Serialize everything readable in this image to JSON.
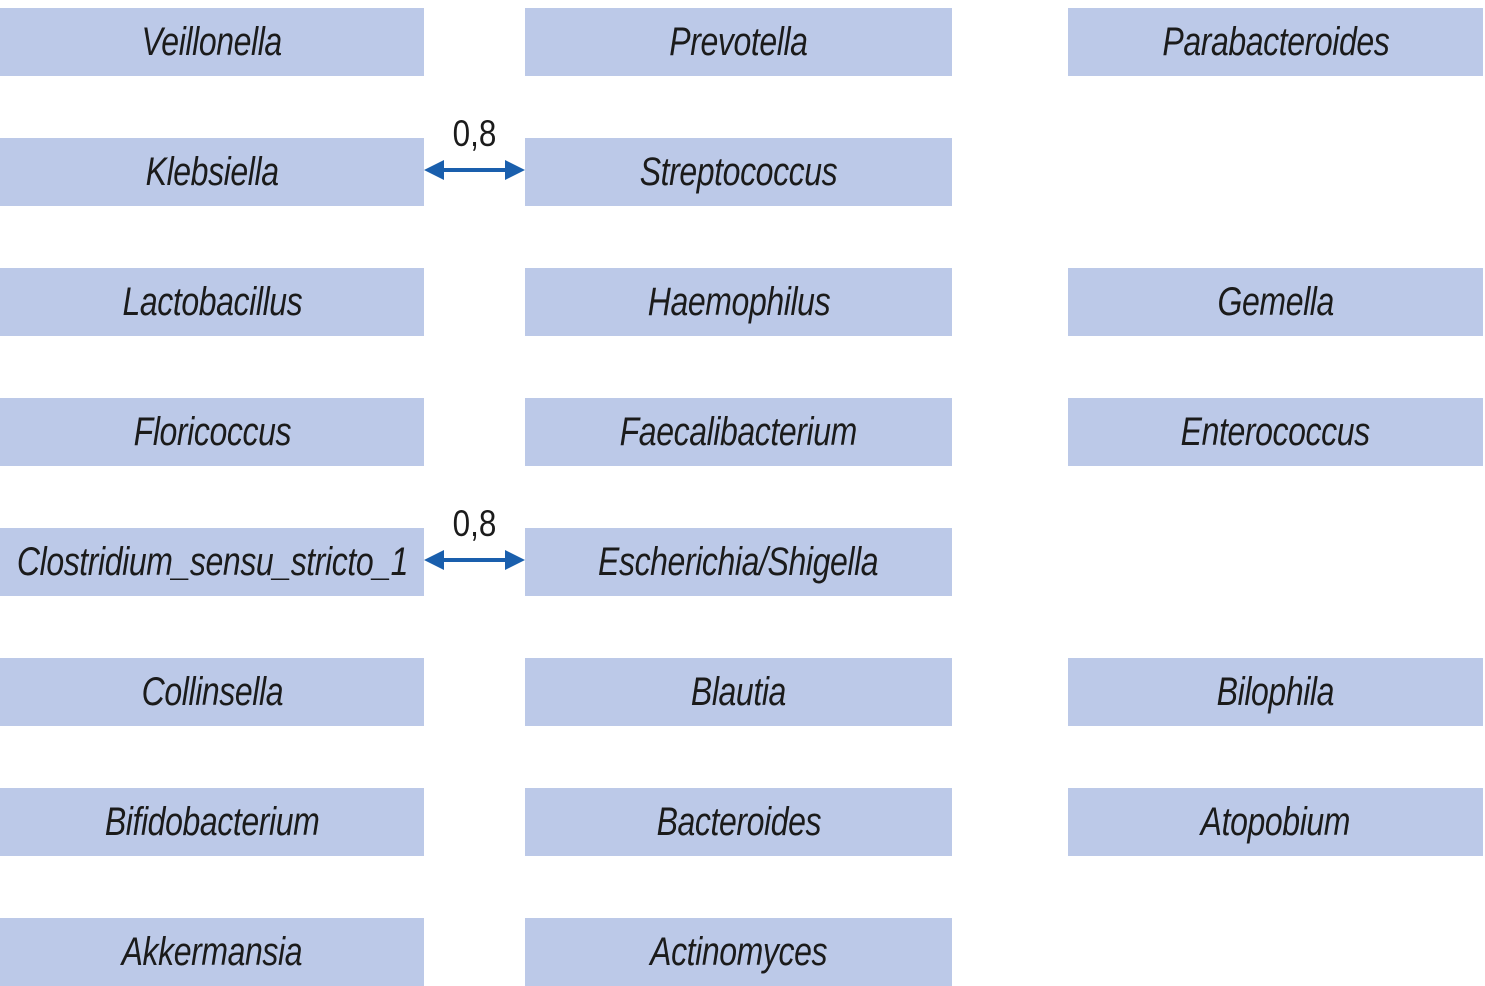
{
  "figure": {
    "description": "Grid of bacterial genus boxes with correlation arrows",
    "colors": {
      "box_fill": "#bcc9e8",
      "arrow": "#1a5fad",
      "text": "#1b1b1b",
      "background": "#ffffff"
    },
    "rows": [
      {
        "cells": [
          "Veillonella",
          "Prevotella",
          "Parabacteroides"
        ]
      },
      {
        "cells": [
          "Klebsiella",
          "Streptococcus",
          null
        ]
      },
      {
        "cells": [
          "Lactobacillus",
          "Haemophilus",
          "Gemella"
        ]
      },
      {
        "cells": [
          "Floricoccus",
          "Faecalibacterium",
          "Enterococcus"
        ]
      },
      {
        "cells": [
          "Clostridium_sensu_stricto_1",
          "Escherichia/Shigella",
          null
        ]
      },
      {
        "cells": [
          "Collinsella",
          "Blautia",
          "Bilophila"
        ]
      },
      {
        "cells": [
          "Bifidobacterium",
          "Bacteroides",
          "Atopobium"
        ]
      },
      {
        "cells": [
          "Akkermansia",
          "Actinomyces",
          null
        ]
      }
    ],
    "edges": [
      {
        "from": "Klebsiella",
        "to": "Streptococcus",
        "label": "0,8",
        "icon": "double-headed-arrow"
      },
      {
        "from": "Clostridium_sensu_stricto_1",
        "to": "Escherichia/Shigella",
        "label": "0,8",
        "icon": "double-headed-arrow"
      }
    ]
  }
}
